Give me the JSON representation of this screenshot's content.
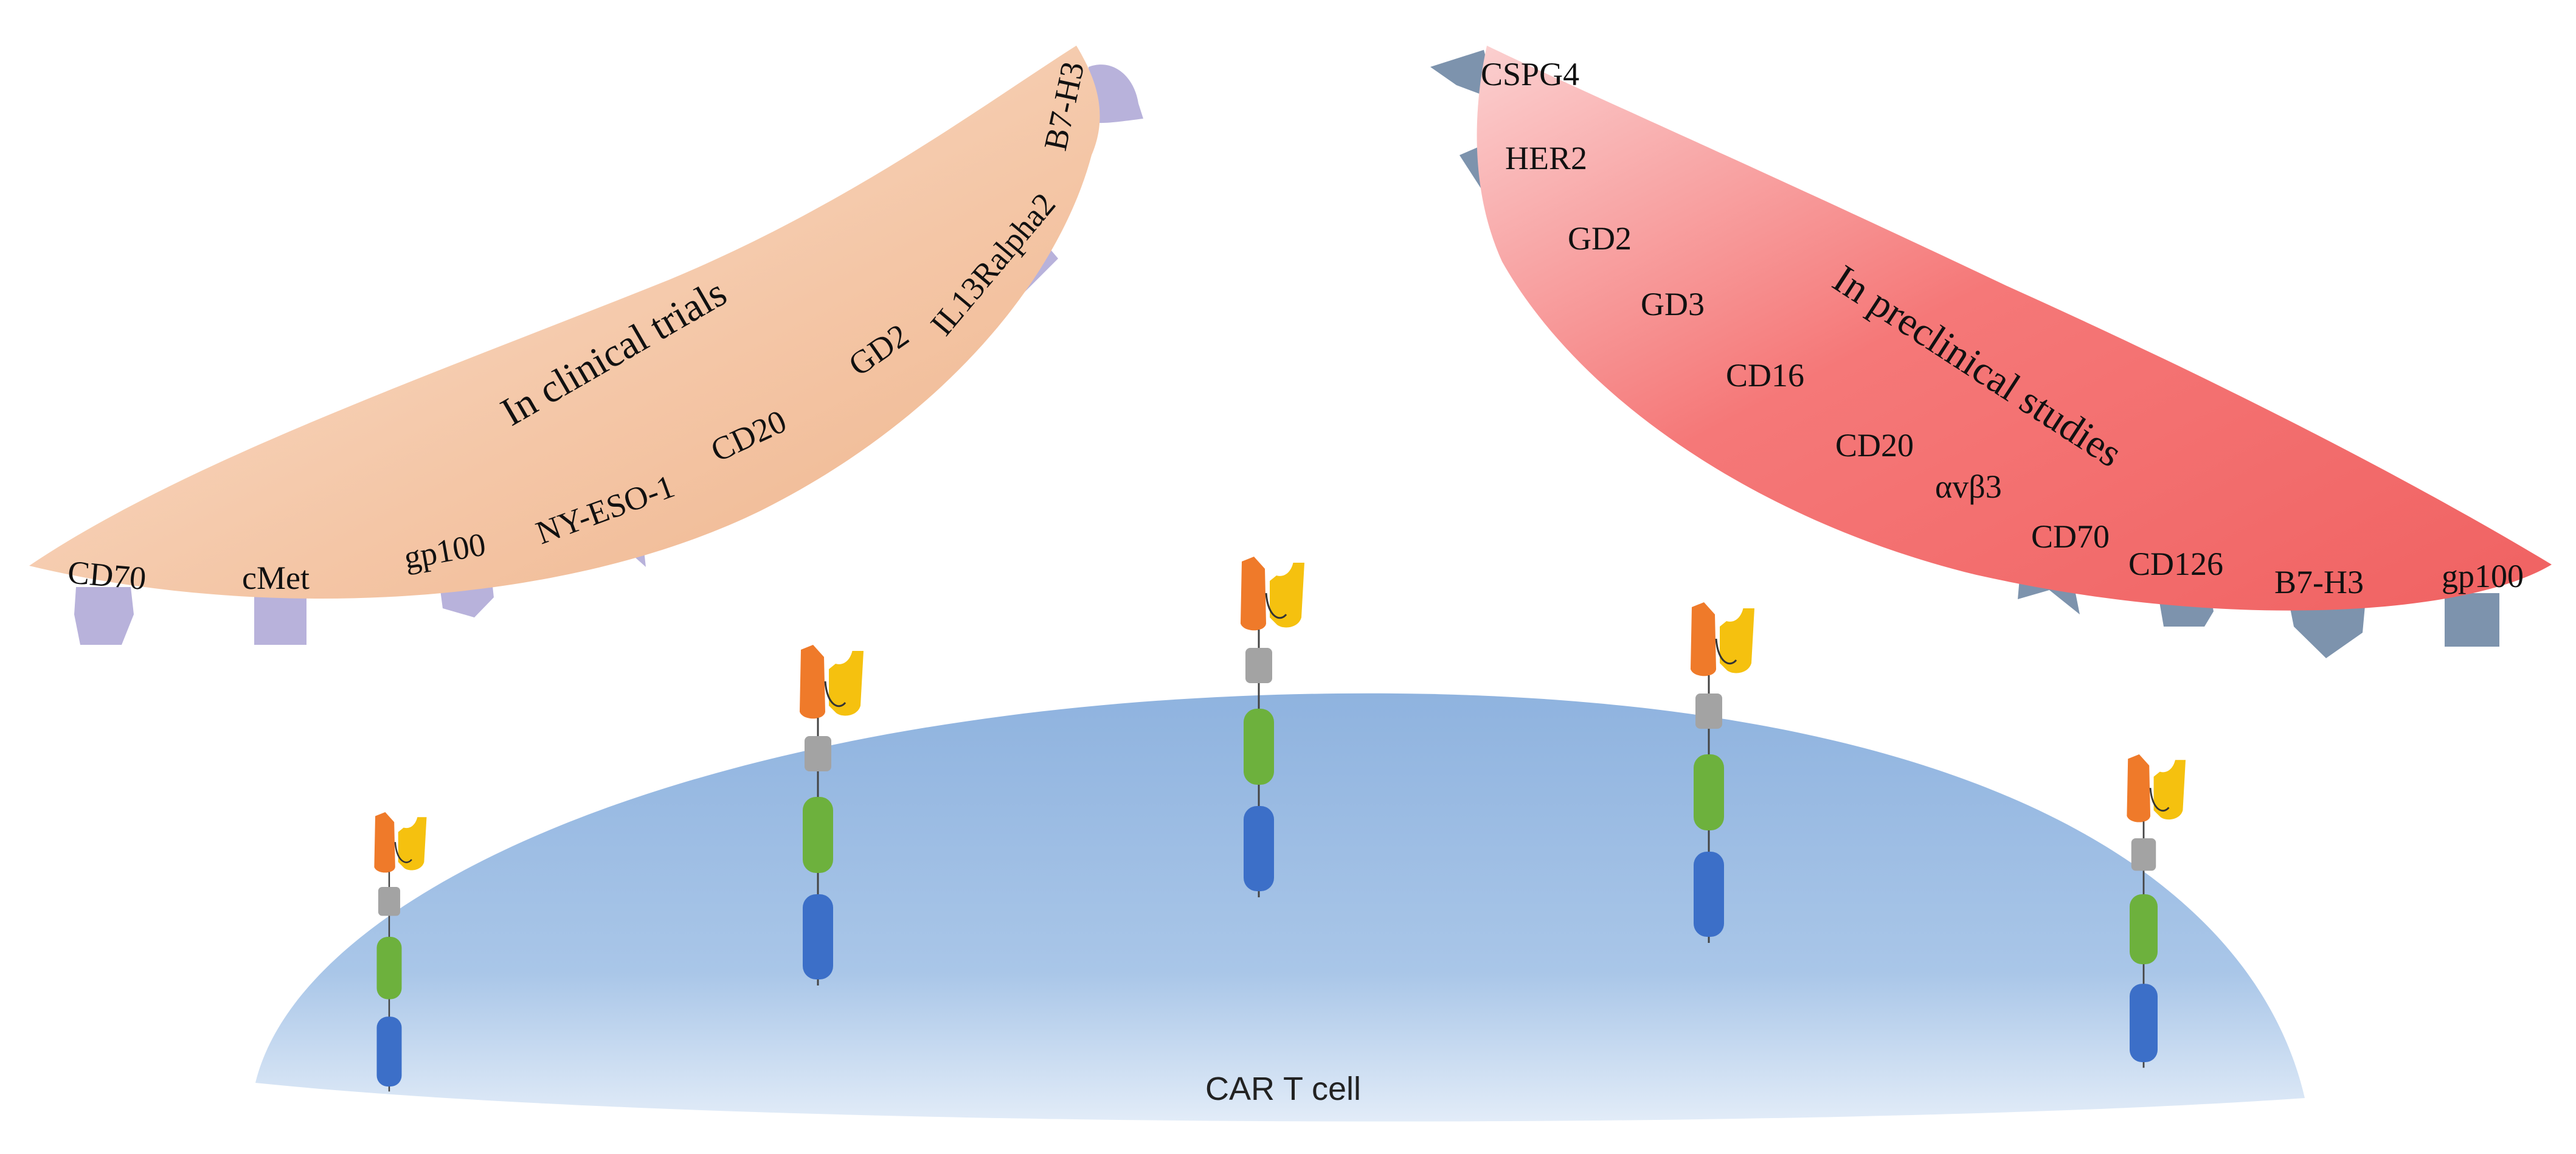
{
  "colors": {
    "clinical_fill": "#f3c3a2",
    "preclinical_fill": "#f26d6d",
    "clinical_antigen": "#b8b2db",
    "preclinical_antigen": "#7d93ad",
    "cell_fill": "#9dbde3",
    "car_orange": "#ef7a2a",
    "car_yellow": "#f5c10f",
    "car_gray": "#a3a3a3",
    "car_green": "#6db13d",
    "car_blue": "#3c6fc8"
  },
  "clinical": {
    "title": "In clinical trials",
    "antigens": [
      "CD70",
      "cMet",
      "gp100",
      "NY-ESO-1",
      "CD20",
      "GD2",
      "IL13Ralpha2",
      "B7-H3"
    ]
  },
  "preclinical": {
    "title": "In preclinical studies",
    "antigens": [
      "CSPG4",
      "HER2",
      "GD2",
      "GD3",
      "CD16",
      "CD20",
      "αvβ3",
      "CD70",
      "CD126",
      "B7-H3",
      "gp100"
    ]
  },
  "cell": {
    "label": "CAR T cell"
  }
}
